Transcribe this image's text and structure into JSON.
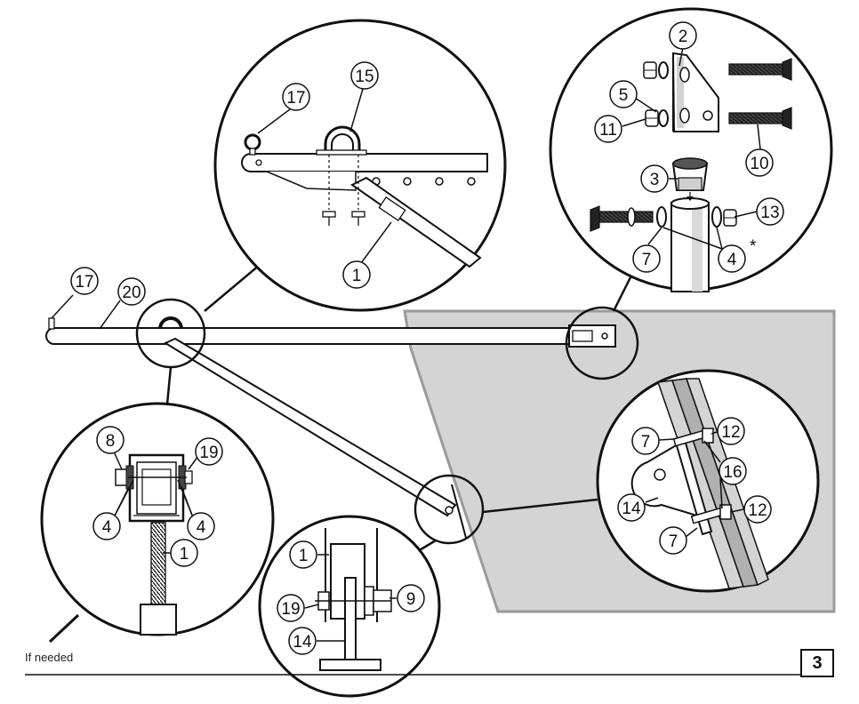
{
  "note": "If needed",
  "page_number": "3",
  "asterisk": "*",
  "callouts": {
    "overview_17": "17",
    "overview_20": "20",
    "top_left_15": "15",
    "top_left_17": "17",
    "top_left_1": "1",
    "top_right_2": "2",
    "top_right_5": "5",
    "top_right_11": "11",
    "top_right_10": "10",
    "top_right_3": "3",
    "top_right_13": "13",
    "top_right_7": "7",
    "top_right_4": "4",
    "bottom_left_8": "8",
    "bottom_left_19": "19",
    "bottom_left_4a": "4",
    "bottom_left_4b": "4",
    "bottom_left_1": "1",
    "bottom_mid_1": "1",
    "bottom_mid_9": "9",
    "bottom_mid_19": "19",
    "bottom_mid_14": "14",
    "right_7a": "7",
    "right_12a": "12",
    "right_16": "16",
    "right_14": "14",
    "right_12b": "12",
    "right_7b": "7"
  },
  "colors": {
    "line": "#111111",
    "panel_fill": "#d4d4d4",
    "panel_edge": "#9a9a9a",
    "glass_stripe": "#b0b0b0"
  }
}
